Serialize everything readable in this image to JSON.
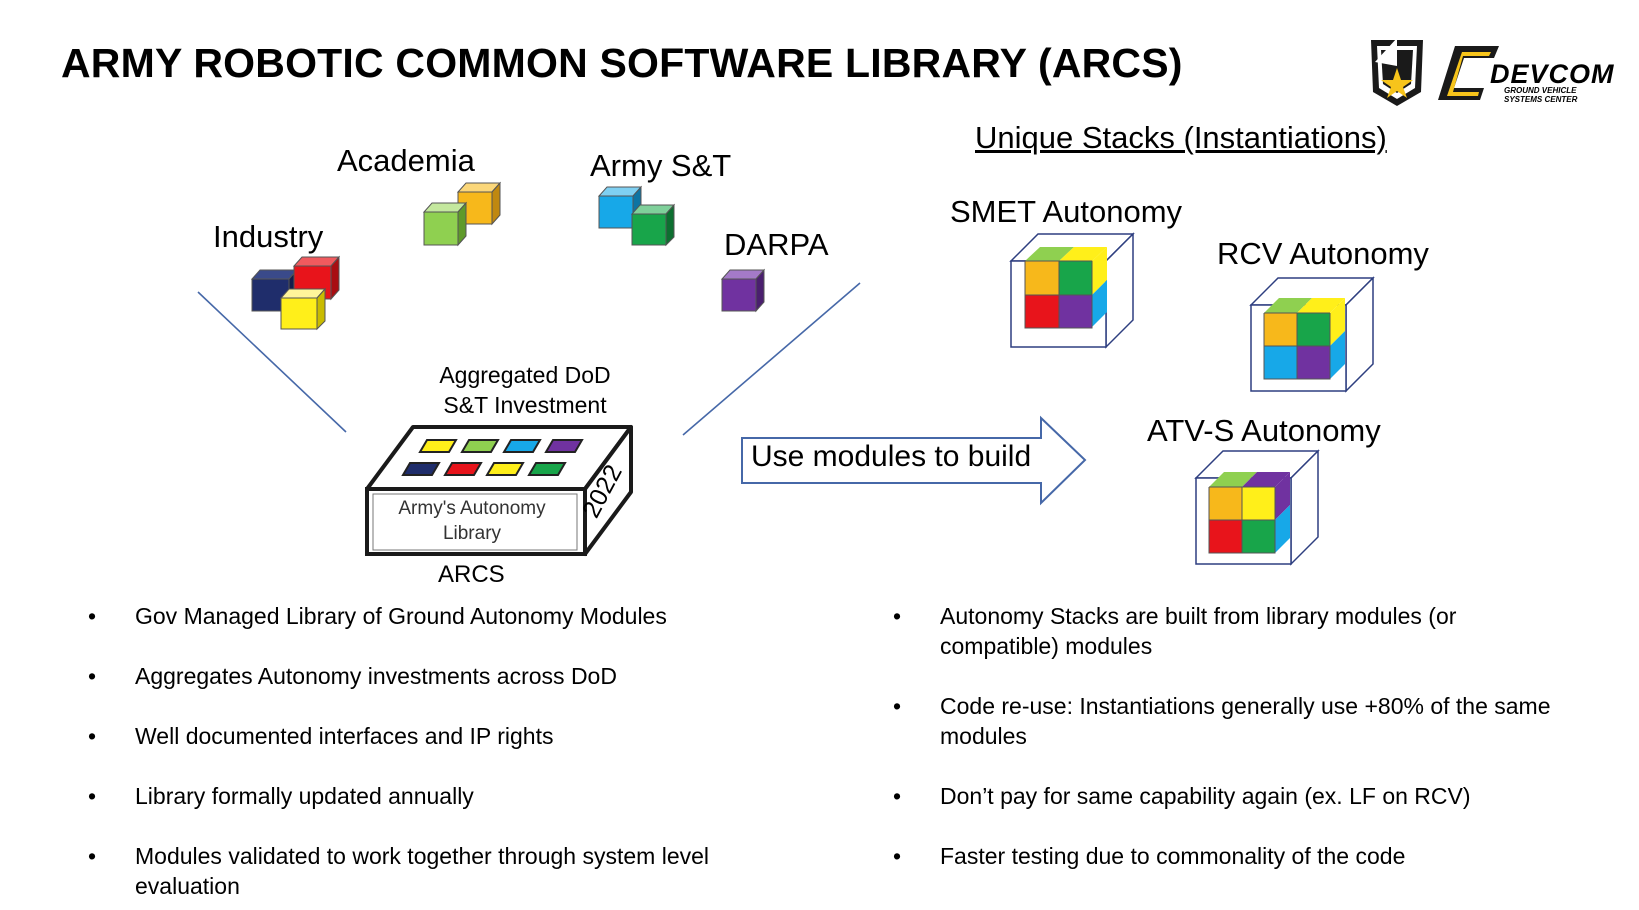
{
  "title": "ARMY ROBOTIC COMMON SOFTWARE LIBRARY (ARCS)",
  "logos": {
    "devcom": "DEVCOM",
    "devcom_sub_1": "GROUND VEHICLE",
    "devcom_sub_2": "SYSTEMS CENTER"
  },
  "sources": {
    "academia": "Academia",
    "army_st": "Army S&T",
    "industry": "Industry",
    "darpa": "DARPA"
  },
  "library": {
    "aggregated_line1": "Aggregated DoD",
    "aggregated_line2": "S&T Investment",
    "box_line1": "Army's Autonomy",
    "box_line2": "Library",
    "year": "2022",
    "caption": "ARCS"
  },
  "arrow_label": "Use modules to build",
  "stacks": {
    "heading": "Unique Stacks (Instantiations)",
    "smet": "SMET Autonomy",
    "rcv": "RCV Autonomy",
    "atvs": "ATV-S Autonomy"
  },
  "left_bullets": [
    "Gov Managed Library of Ground Autonomy Modules",
    "Aggregates Autonomy investments across DoD",
    "Well documented interfaces and IP rights",
    "Library formally updated annually",
    "Modules validated to work together through system level evaluation"
  ],
  "right_bullets": [
    "Autonomy Stacks are built from library  modules (or compatible) modules",
    "Code re-use: Instantiations generally use +80% of the same modules",
    "Don’t pay for same capability again (ex. LF on RCV)",
    "Faster testing due to commonality of the code"
  ],
  "colors": {
    "navy": "#1f2d6b",
    "red": "#e8141b",
    "yellow": "#ffef1a",
    "orange": "#f7b81b",
    "light_green": "#8fd050",
    "blue": "#17a8e8",
    "green": "#18a54a",
    "purple": "#7032a0",
    "line_blue": "#4668a8"
  }
}
